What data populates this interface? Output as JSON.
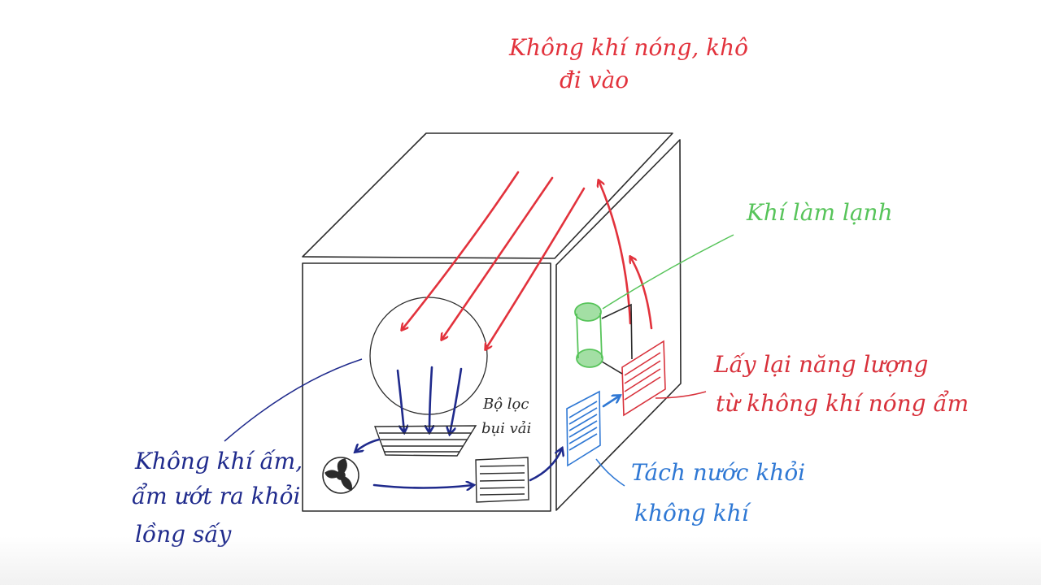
{
  "colors": {
    "ink": "#2b2b2b",
    "hot_air": "#e2323c",
    "cool_air": "#1f2a8c",
    "refrigerant": "#57c45a",
    "water": "#2f78d4",
    "recovery": "#d8313b"
  },
  "labels": {
    "hot_dry_in_line1": "Không khí nóng, khô",
    "hot_dry_in_line2": "đi vào",
    "refrigerant": "Khí làm lạnh",
    "energy_recovery_line1": "Lấy lại năng lượng",
    "energy_recovery_line2": "từ không khí nóng ẩm",
    "water_separation_line1": "Tách nước khỏi",
    "water_separation_line2": "không khí",
    "humid_out_line1": "Không khí ấm,",
    "humid_out_line2": "ẩm ướt ra khỏi",
    "humid_out_line3": "lồng sấy",
    "lint_filter_line1": "Bộ lọc",
    "lint_filter_line2": "bụi vải"
  },
  "icons": {
    "fan": "fan-icon"
  }
}
